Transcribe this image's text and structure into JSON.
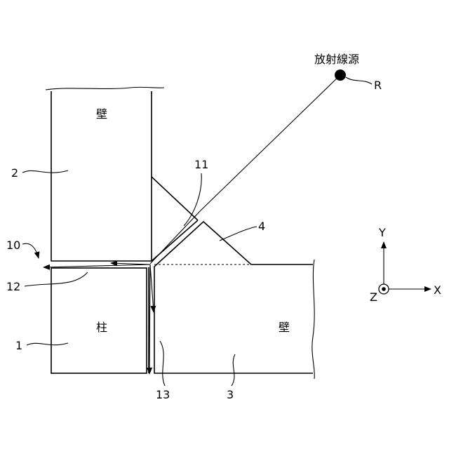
{
  "source": {
    "label": "放射線源",
    "letter": "R"
  },
  "walls": {
    "upper": "壁",
    "lower_right": "壁"
  },
  "column": {
    "label": "柱"
  },
  "refs": {
    "r1": "1",
    "r2": "2",
    "r3": "3",
    "r4": "4",
    "r10": "10",
    "r11": "11",
    "r12": "12",
    "r13": "13"
  },
  "axes": {
    "y": "Y",
    "x": "X",
    "z": "Z"
  }
}
